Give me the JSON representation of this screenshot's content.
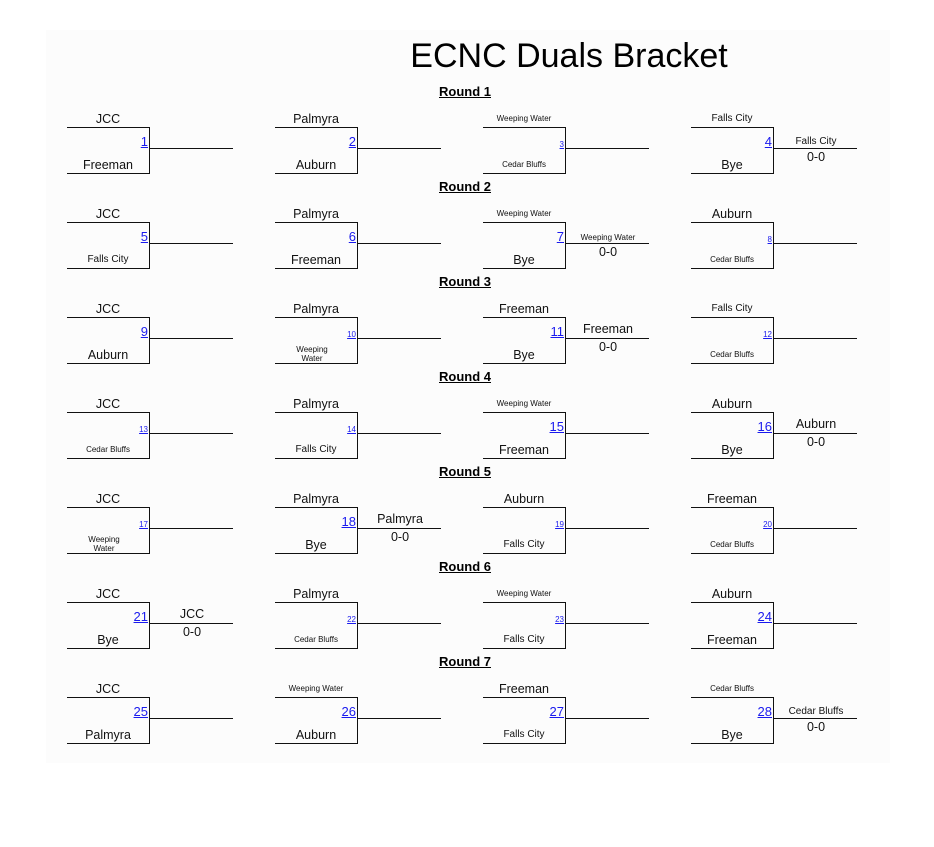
{
  "title": "ECNC Duals Bracket",
  "colors": {
    "line": "#111111",
    "match_number_link": "#1a1aee",
    "page_bg": "#fcfcfc"
  },
  "rounds": [
    {
      "label": "Round 1",
      "matches": [
        {
          "number": "1",
          "top": "JCC",
          "bottom": "Freeman",
          "winner": "",
          "score": ""
        },
        {
          "number": "2",
          "top": "Palmyra",
          "bottom": "Auburn",
          "winner": "",
          "score": ""
        },
        {
          "number": "3",
          "top": "Weeping Water",
          "bottom": "Cedar Bluffs",
          "winner": "",
          "score": ""
        },
        {
          "number": "4",
          "top": "Falls City",
          "bottom": "Bye",
          "winner": "Falls City",
          "score": "0-0"
        }
      ]
    },
    {
      "label": "Round 2",
      "matches": [
        {
          "number": "5",
          "top": "JCC",
          "bottom": "Falls City",
          "winner": "",
          "score": ""
        },
        {
          "number": "6",
          "top": "Palmyra",
          "bottom": "Freeman",
          "winner": "",
          "score": ""
        },
        {
          "number": "7",
          "top": "Weeping Water",
          "bottom": "Bye",
          "winner": "Weeping Water",
          "score": "0-0"
        },
        {
          "number": "8",
          "top": "Auburn",
          "bottom": "Cedar Bluffs",
          "winner": "",
          "score": ""
        }
      ]
    },
    {
      "label": "Round 3",
      "matches": [
        {
          "number": "9",
          "top": "JCC",
          "bottom": "Auburn",
          "winner": "",
          "score": ""
        },
        {
          "number": "10",
          "top": "Palmyra",
          "bottom": "Weeping Water",
          "winner": "",
          "score": ""
        },
        {
          "number": "11",
          "top": "Freeman",
          "bottom": "Bye",
          "winner": "Freeman",
          "score": "0-0"
        },
        {
          "number": "12",
          "top": "Falls City",
          "bottom": "Cedar Bluffs",
          "winner": "",
          "score": ""
        }
      ]
    },
    {
      "label": "Round 4",
      "matches": [
        {
          "number": "13",
          "top": "JCC",
          "bottom": "Cedar Bluffs",
          "winner": "",
          "score": ""
        },
        {
          "number": "14",
          "top": "Palmyra",
          "bottom": "Falls City",
          "winner": "",
          "score": ""
        },
        {
          "number": "15",
          "top": "Weeping Water",
          "bottom": "Freeman",
          "winner": "",
          "score": ""
        },
        {
          "number": "16",
          "top": "Auburn",
          "bottom": "Bye",
          "winner": "Auburn",
          "score": "0-0"
        }
      ]
    },
    {
      "label": "Round 5",
      "matches": [
        {
          "number": "17",
          "top": "JCC",
          "bottom": "Weeping Water",
          "winner": "",
          "score": ""
        },
        {
          "number": "18",
          "top": "Palmyra",
          "bottom": "Bye",
          "winner": "Palmyra",
          "score": "0-0"
        },
        {
          "number": "19",
          "top": "Auburn",
          "bottom": "Falls City",
          "winner": "",
          "score": ""
        },
        {
          "number": "20",
          "top": "Freeman",
          "bottom": "Cedar Bluffs",
          "winner": "",
          "score": ""
        }
      ]
    },
    {
      "label": "Round 6",
      "matches": [
        {
          "number": "21",
          "top": "JCC",
          "bottom": "Bye",
          "winner": "JCC",
          "score": "0-0"
        },
        {
          "number": "22",
          "top": "Palmyra",
          "bottom": "Cedar Bluffs",
          "winner": "",
          "score": ""
        },
        {
          "number": "23",
          "top": "Weeping Water",
          "bottom": "Falls City",
          "winner": "",
          "score": ""
        },
        {
          "number": "24",
          "top": "Auburn",
          "bottom": "Freeman",
          "winner": "",
          "score": ""
        }
      ]
    },
    {
      "label": "Round 7",
      "matches": [
        {
          "number": "25",
          "top": "JCC",
          "bottom": "Palmyra",
          "winner": "",
          "score": ""
        },
        {
          "number": "26",
          "top": "Weeping Water",
          "bottom": "Auburn",
          "winner": "",
          "score": ""
        },
        {
          "number": "27",
          "top": "Freeman",
          "bottom": "Falls City",
          "winner": "",
          "score": ""
        },
        {
          "number": "28",
          "top": "Cedar Bluffs",
          "bottom": "Bye",
          "winner": "Cedar Bluffs",
          "score": "0-0"
        }
      ]
    }
  ]
}
